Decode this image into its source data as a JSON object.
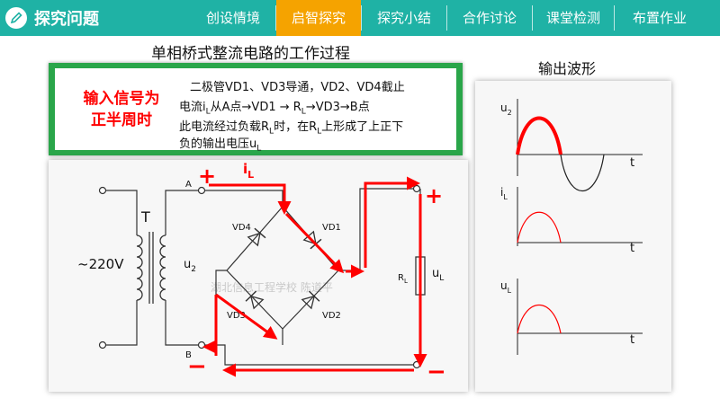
{
  "header": {
    "title": "探究问题",
    "tabs": [
      {
        "label": "创设情境",
        "active": false
      },
      {
        "label": "启智探究",
        "active": true
      },
      {
        "label": "探究小结",
        "active": false
      },
      {
        "label": "合作讨论",
        "active": false
      },
      {
        "label": "课堂检测",
        "active": false
      },
      {
        "label": "布置作业",
        "active": false
      }
    ],
    "bar_color": "#1fb2a5",
    "active_color": "#f5a300"
  },
  "main": {
    "title": "单相桥式整流电路的工作过程",
    "condition": [
      "输入信号为",
      "正半周时"
    ],
    "desc": {
      "l1": "二极管VD1、VD3导通，VD2、VD4截止",
      "l2_a": "电流i",
      "l2_sub": "L",
      "l2_b": "从A点→VD1 → R",
      "l2_sub2": "L",
      "l2_c": "→VD3→B点",
      "l3_a": "此电流经过负载R",
      "l3_sub": "L",
      "l3_b": "时，在R",
      "l3_sub2": "L",
      "l3_c": "上形成了上正下",
      "l4_a": "负的输出电压u",
      "l4_sub": "L"
    }
  },
  "circuit": {
    "source": "~220V",
    "transformer": "T",
    "u2": "u",
    "u2_sub": "2",
    "node_a": "A",
    "node_b": "B",
    "current": "i",
    "current_sub": "L",
    "plus": "+",
    "minus": "−",
    "vd1": "VD1",
    "vd2": "VD2",
    "vd3": "VD3",
    "vd4": "VD4",
    "rl": "R",
    "rl_sub": "L",
    "ul": "u",
    "ul_sub": "L",
    "watermark": "湖北信息工程学校 陈道平"
  },
  "waveforms": {
    "title": "输出波形",
    "u2": "u",
    "u2_sub": "2",
    "il": "i",
    "il_sub": "L",
    "ul": "u",
    "ul_sub": "L",
    "t": "t",
    "highlight_color": "#ff0000"
  }
}
